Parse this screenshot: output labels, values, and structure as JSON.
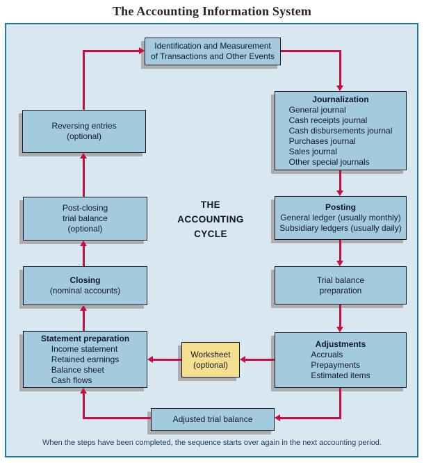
{
  "page": {
    "title": "The Accounting Information System",
    "caption": "When the steps have been completed, the sequence starts over again in the next accounting period."
  },
  "center_label": {
    "lines": [
      "THE",
      "ACCOUNTING",
      "CYCLE"
    ]
  },
  "boxes": {
    "identification": {
      "lines": [
        "Identification and Measurement",
        "of Transactions and Other Events"
      ]
    },
    "journalization": {
      "title": "Journalization",
      "items": [
        "General journal",
        "Cash receipts journal",
        "Cash disbursements journal",
        "Purchases journal",
        "Sales journal",
        "Other special journals"
      ]
    },
    "posting": {
      "title": "Posting",
      "items": [
        "General ledger (usually monthly)",
        "Subsidiary ledgers (usually daily)"
      ]
    },
    "trial_balance": {
      "lines": [
        "Trial balance",
        "preparation"
      ]
    },
    "adjustments": {
      "title": "Adjustments",
      "items": [
        "Accruals",
        "Prepayments",
        "Estimated items"
      ]
    },
    "adjusted_trial_balance": {
      "lines": [
        "Adjusted trial balance"
      ]
    },
    "worksheet": {
      "lines": [
        "Worksheet",
        "(optional)"
      ]
    },
    "statement_preparation": {
      "title": "Statement preparation",
      "items": [
        "Income statement",
        "Retained earnings",
        "Balance sheet",
        "Cash flows"
      ]
    },
    "closing": {
      "title": "Closing",
      "lines": [
        "(nominal accounts)"
      ]
    },
    "post_closing": {
      "lines": [
        "Post-closing",
        "trial balance",
        "(optional)"
      ]
    },
    "reversing": {
      "lines": [
        "Reversing entries",
        "(optional)"
      ]
    }
  },
  "colors": {
    "arrow": "#C30F42",
    "box_fill": "#A4CADE",
    "worksheet_fill": "#F5E08F",
    "frame_border": "#1E7AA0",
    "frame_bg": "#D9E7F0",
    "box_border": "#16162A",
    "shadow": "#ADADAD",
    "text": "#10192B",
    "title_text": "#2A2522",
    "caption_text": "#1E3A5C"
  }
}
